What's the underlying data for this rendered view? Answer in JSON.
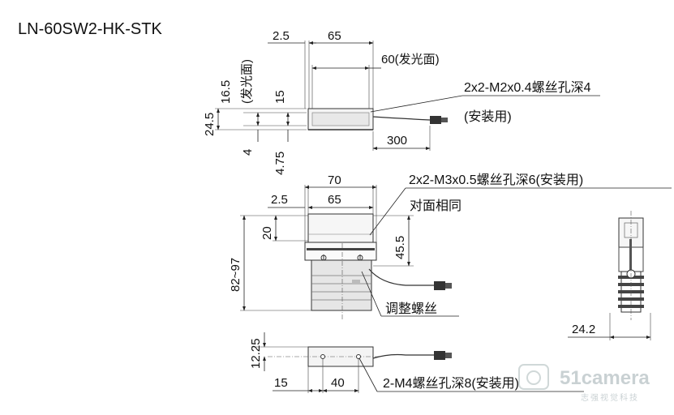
{
  "title": "LN-60SW2-HK-STK",
  "top_view": {
    "dim_2_5": "2.5",
    "dim_65": "65",
    "dim_60": "60(发光面)",
    "dim_16_5": "16.5",
    "dim_16_5_note": "(发光面)",
    "dim_15": "15",
    "dim_24_5": "24.5",
    "dim_4": "4",
    "dim_4_75": "4.75",
    "dim_300": "300",
    "note_screw": "2x2-M2x0.4螺丝孔深4",
    "note_install": "(安装用)"
  },
  "front_view": {
    "dim_70": "70",
    "dim_2_5": "2.5",
    "dim_65": "65",
    "dim_20": "20",
    "dim_45_5": "45.5",
    "dim_82_97": "82~97",
    "note_screw": "2x2-M3x0.5螺丝孔深6(安装用)",
    "note_opposite": "对面相同",
    "note_adjust": "调整螺丝"
  },
  "side_view": {
    "dim_24_2": "24.2"
  },
  "bottom_view": {
    "dim_12_25": "12.25",
    "dim_15": "15",
    "dim_40": "40",
    "note_screw": "2-M4螺丝孔深8(安装用)"
  },
  "watermark": {
    "brand": "51camera",
    "tagline": "志强视觉科技"
  }
}
